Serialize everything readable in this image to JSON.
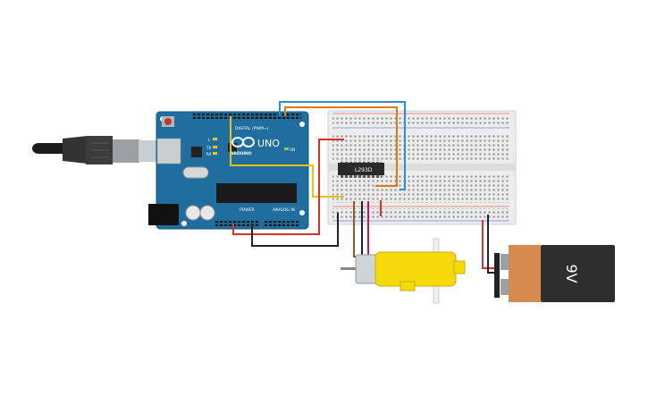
{
  "arduino": {
    "logo": "UNO",
    "brand": "ARDUINO",
    "digital_label": "DIGITAL (PWM~)",
    "power_label": "POWER",
    "analog_label": "ANALOG IN",
    "led_l": "L",
    "led_tx": "TX",
    "led_rx": "RX",
    "on_label": "ON"
  },
  "ic": {
    "label": "L293D"
  },
  "battery": {
    "label": "9V"
  },
  "colors": {
    "board": "#1f6e9f",
    "breadboard": "#ececec",
    "motor": "#f5d90a",
    "battery": "#d68b4e",
    "wire_red": "#d9302c",
    "wire_black": "#222222",
    "wire_yellow": "#e8c20d",
    "wire_orange": "#e07b14",
    "wire_blue": "#2c8fcf",
    "wire_brown": "#8b5a2b",
    "wire_pink": "#c2185b"
  }
}
